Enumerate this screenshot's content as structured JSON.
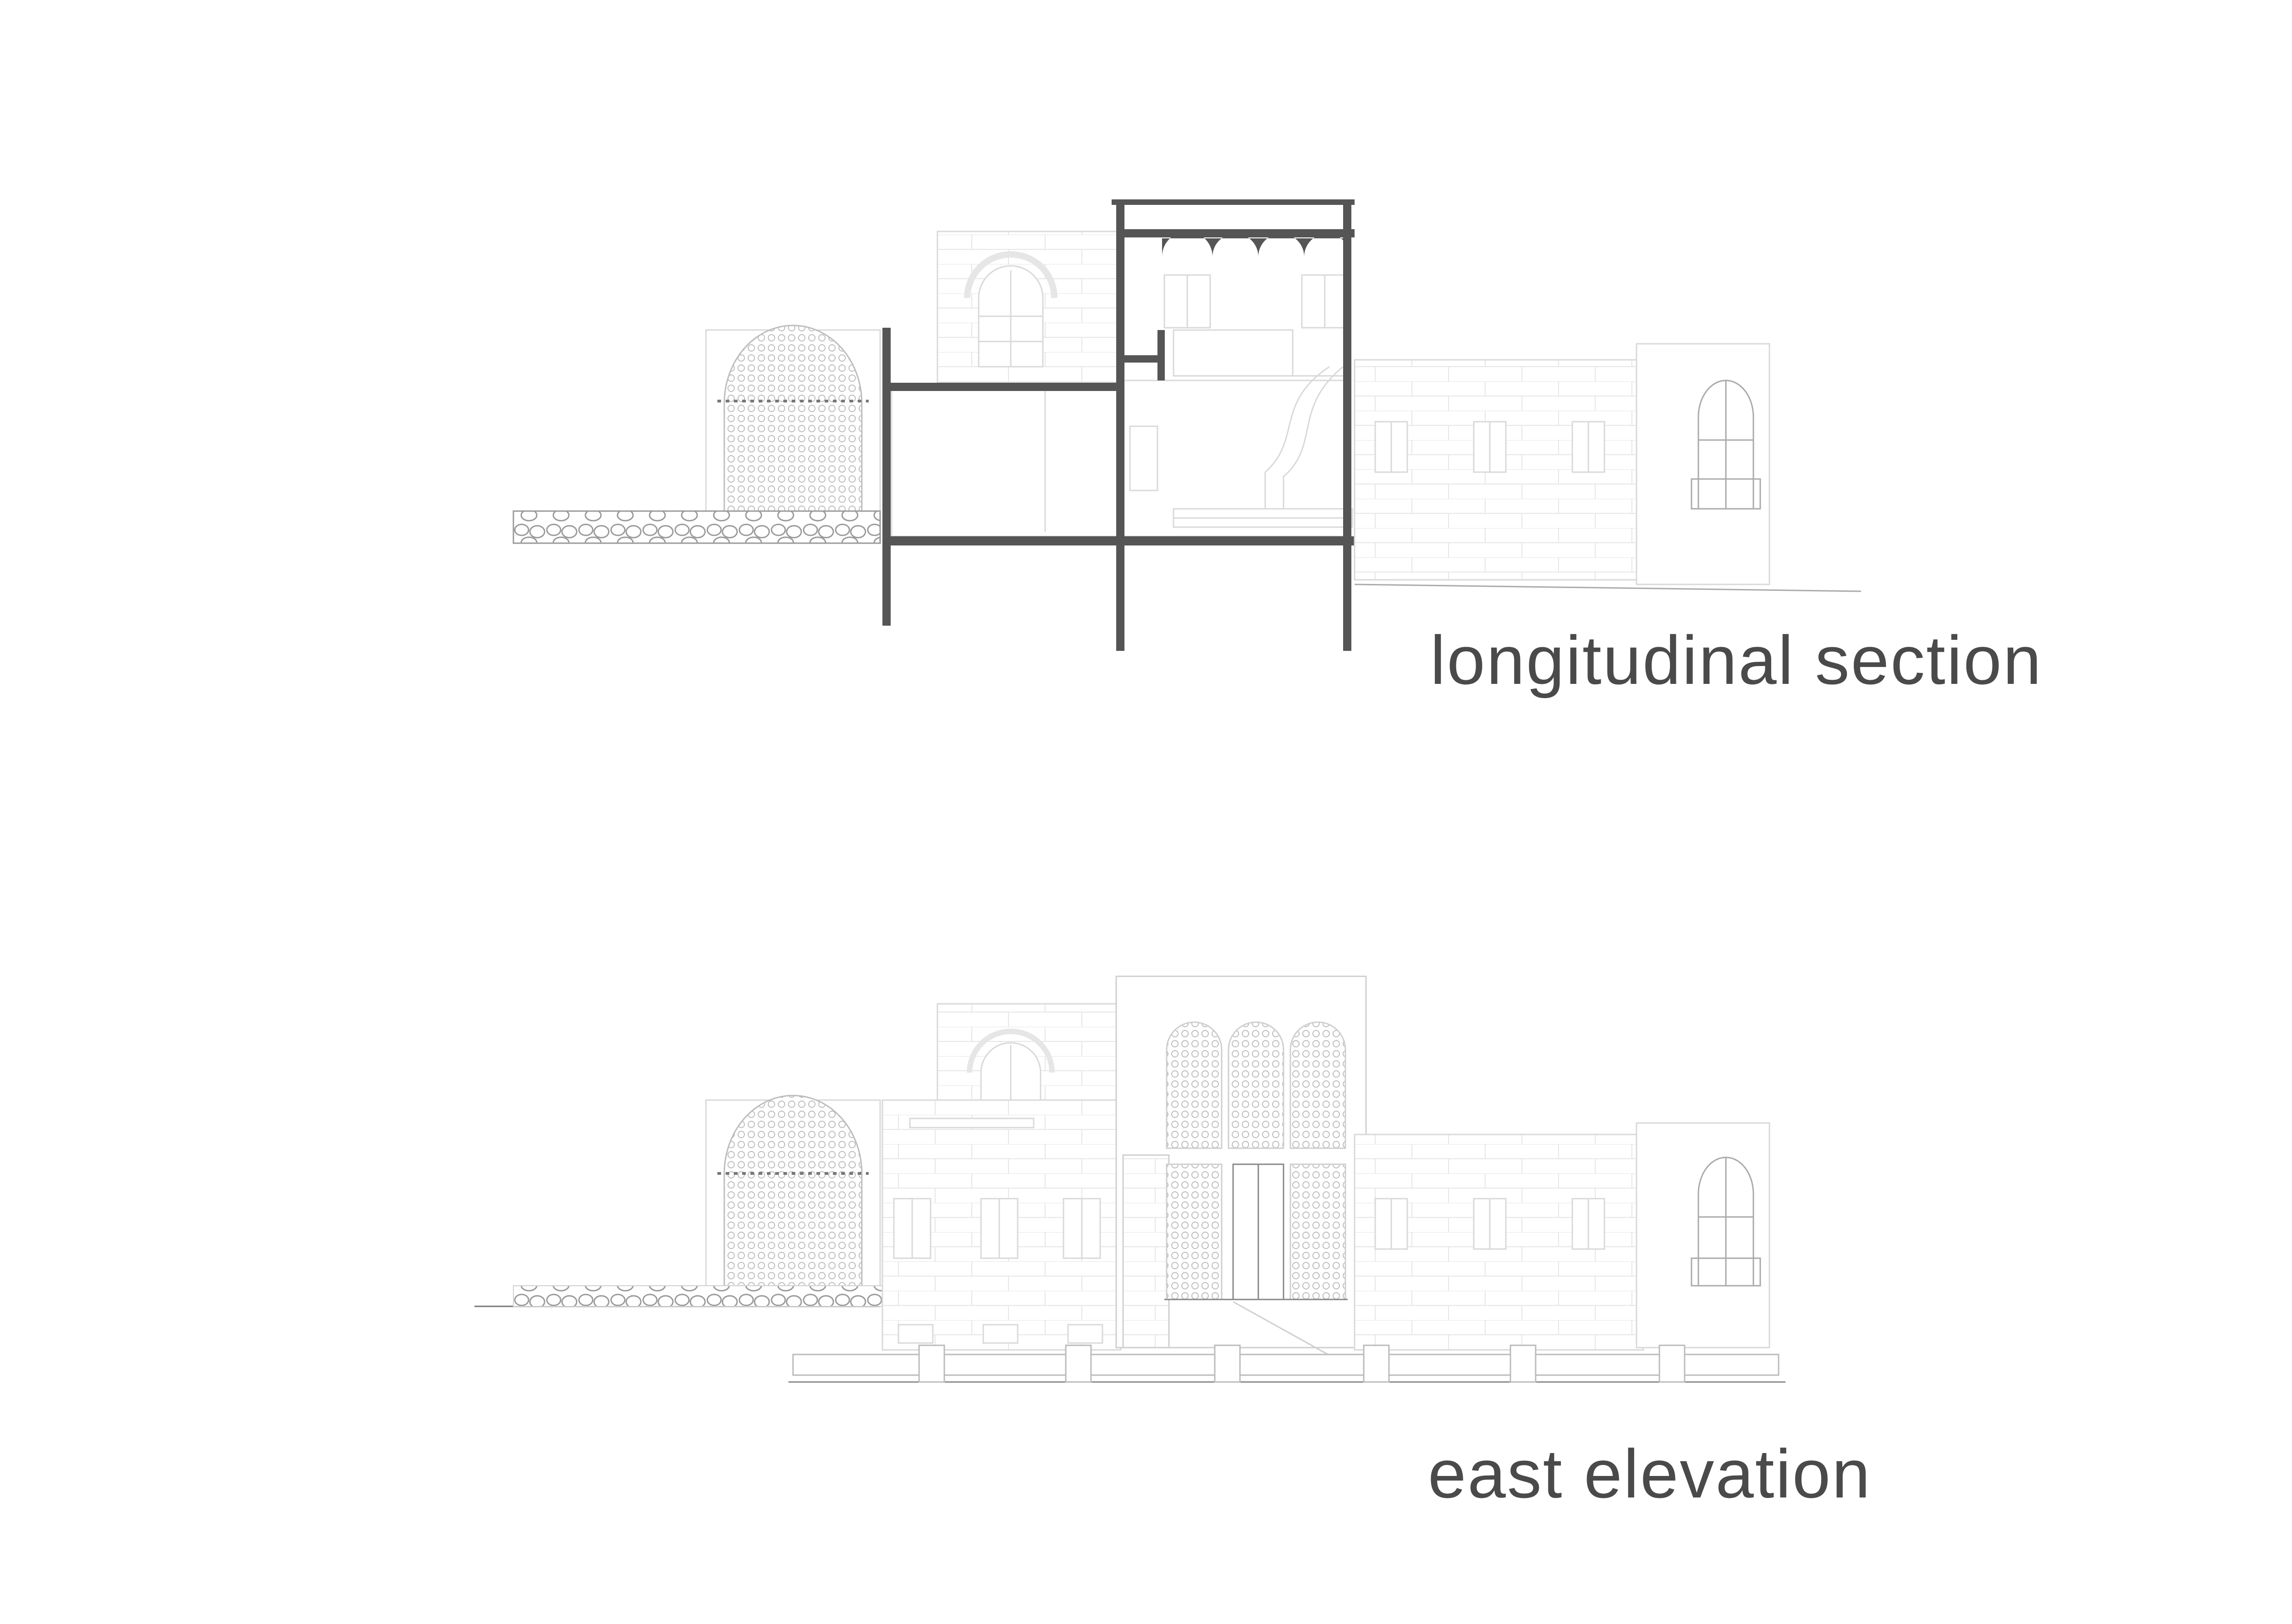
{
  "sheet": {
    "background": "#ffffff",
    "line_color": "#d9d9d9",
    "section_cut_color": "#555555",
    "text_color": "#4a4a4a"
  },
  "drawings": [
    {
      "id": "section",
      "label": "longitudinal section"
    },
    {
      "id": "elevation",
      "label": "east elevation"
    }
  ]
}
